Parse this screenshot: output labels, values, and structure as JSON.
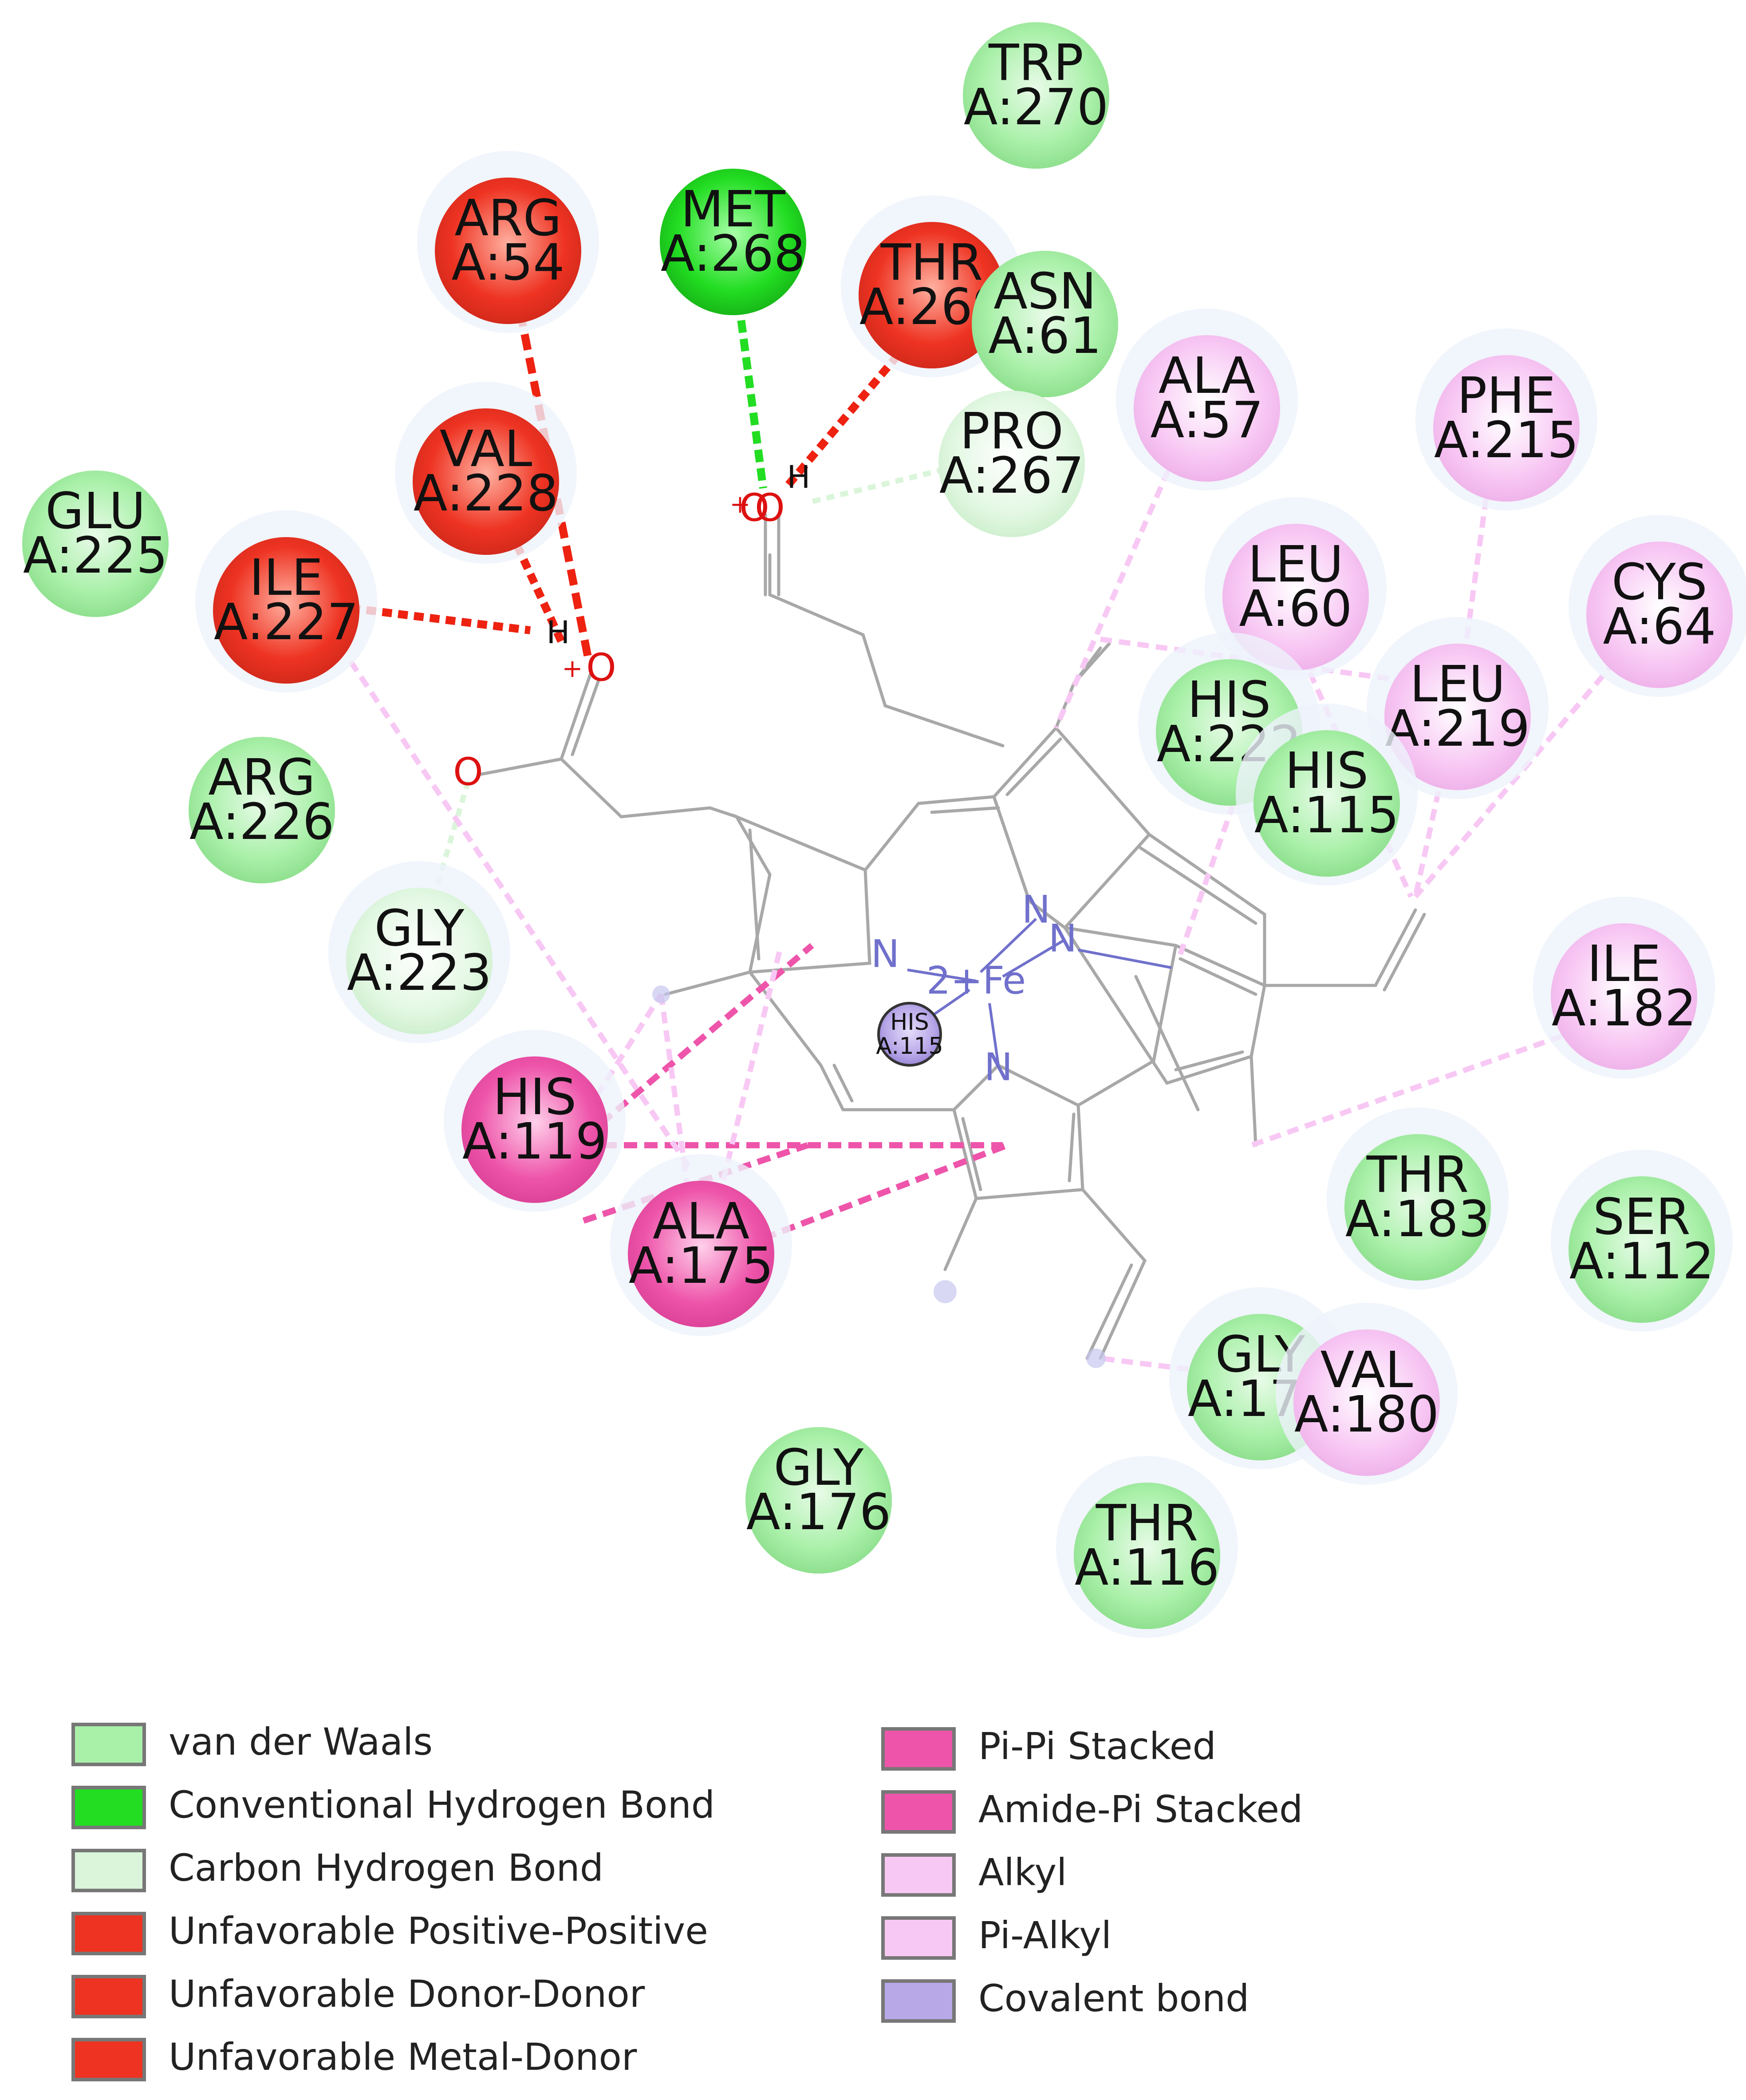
{
  "colors": {
    "vdw": "#a9f0a9",
    "conv_hbond": "#22dd22",
    "carbon_hbond": "#daf5da",
    "unfavorable": "#ee3322",
    "pi_stacked": "#ee55aa",
    "alkyl": "#f8c8f4",
    "covalent": "#b8a8e8",
    "ligand_bond": "#a8a8a8",
    "nitrogen": "#7070cc",
    "oxygen": "#dd1111",
    "hydrogen": "#111111"
  },
  "residues": [
    {
      "id": "trp270",
      "name": "TRP",
      "num": "A:270",
      "type": "vdw"
    },
    {
      "id": "met268",
      "name": "MET",
      "num": "A:268",
      "type": "conv_hbond"
    },
    {
      "id": "thr269",
      "name": "THR",
      "num": "A:269",
      "type": "unfavorable"
    },
    {
      "id": "asn61",
      "name": "ASN",
      "num": "A:61",
      "type": "vdw"
    },
    {
      "id": "arg54",
      "name": "ARG",
      "num": "A:54",
      "type": "unfavorable"
    },
    {
      "id": "val228",
      "name": "VAL",
      "num": "A:228",
      "type": "unfavorable"
    },
    {
      "id": "ile227",
      "name": "ILE",
      "num": "A:227",
      "type": "unfavorable"
    },
    {
      "id": "glu225",
      "name": "GLU",
      "num": "A:225",
      "type": "vdw"
    },
    {
      "id": "arg226",
      "name": "ARG",
      "num": "A:226",
      "type": "vdw"
    },
    {
      "id": "gly223",
      "name": "GLY",
      "num": "A:223",
      "type": "carbon_hbond"
    },
    {
      "id": "pro267",
      "name": "PRO",
      "num": "A:267",
      "type": "carbon_hbond"
    },
    {
      "id": "ala57",
      "name": "ALA",
      "num": "A:57",
      "type": "alkyl"
    },
    {
      "id": "phe215",
      "name": "PHE",
      "num": "A:215",
      "type": "alkyl"
    },
    {
      "id": "cys64",
      "name": "CYS",
      "num": "A:64",
      "type": "alkyl"
    },
    {
      "id": "leu60",
      "name": "LEU",
      "num": "A:60",
      "type": "alkyl"
    },
    {
      "id": "leu219",
      "name": "LEU",
      "num": "A:219",
      "type": "alkyl"
    },
    {
      "id": "his222",
      "name": "HIS",
      "num": "A:222",
      "type": "vdw"
    },
    {
      "id": "his115",
      "name": "HIS",
      "num": "A:115",
      "type": "vdw"
    },
    {
      "id": "ile182",
      "name": "ILE",
      "num": "A:182",
      "type": "alkyl"
    },
    {
      "id": "his119",
      "name": "HIS",
      "num": "A:119",
      "type": "pi_stacked"
    },
    {
      "id": "ala175",
      "name": "ALA",
      "num": "A:175",
      "type": "pi_stacked"
    },
    {
      "id": "thr183",
      "name": "THR",
      "num": "A:183",
      "type": "vdw"
    },
    {
      "id": "ser112",
      "name": "SER",
      "num": "A:112",
      "type": "vdw"
    },
    {
      "id": "gly179",
      "name": "GLY",
      "num": "A:179",
      "type": "vdw"
    },
    {
      "id": "val180",
      "name": "VAL",
      "num": "A:180",
      "type": "alkyl"
    },
    {
      "id": "gly176",
      "name": "GLY",
      "num": "A:176",
      "type": "vdw"
    },
    {
      "id": "thr116",
      "name": "THR",
      "num": "A:116",
      "type": "vdw"
    },
    {
      "id": "his115cov",
      "name": "HIS",
      "num": "A:115",
      "type": "covalent"
    }
  ],
  "atoms": {
    "oxygen": "O",
    "hydrogen": "H",
    "nitrogen": "N",
    "plus": "+",
    "iron": "2+Fe"
  },
  "legend": [
    {
      "label": "van der Waals",
      "type": "vdw"
    },
    {
      "label": "Conventional Hydrogen Bond",
      "type": "conv_hbond"
    },
    {
      "label": "Carbon Hydrogen Bond",
      "type": "carbon_hbond"
    },
    {
      "label": "Unfavorable Positive-Positive",
      "type": "unfavorable"
    },
    {
      "label": "Unfavorable Donor-Donor",
      "type": "unfavorable"
    },
    {
      "label": "Unfavorable Metal-Donor",
      "type": "unfavorable"
    },
    {
      "label": "Pi-Pi Stacked",
      "type": "pi_stacked"
    },
    {
      "label": "Amide-Pi Stacked",
      "type": "pi_stacked"
    },
    {
      "label": "Alkyl",
      "type": "alkyl"
    },
    {
      "label": "Pi-Alkyl",
      "type": "alkyl"
    },
    {
      "label": "Covalent bond",
      "type": "covalent"
    }
  ]
}
